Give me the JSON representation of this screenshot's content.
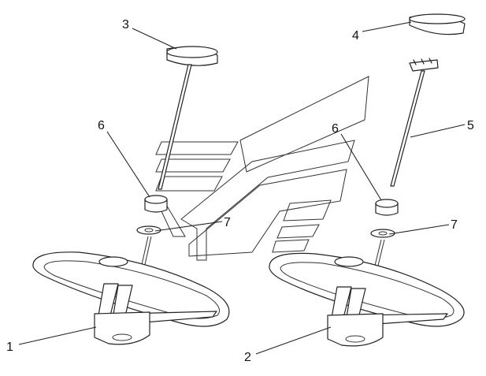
{
  "callouts": [
    {
      "id": "1",
      "text": "1"
    },
    {
      "id": "2",
      "text": "2"
    },
    {
      "id": "3",
      "text": "3"
    },
    {
      "id": "4",
      "text": "4"
    },
    {
      "id": "5",
      "text": "5"
    },
    {
      "id": "6a",
      "text": "6"
    },
    {
      "id": "6b",
      "text": "6"
    },
    {
      "id": "7a",
      "text": "7"
    },
    {
      "id": "7b",
      "text": "7"
    }
  ]
}
